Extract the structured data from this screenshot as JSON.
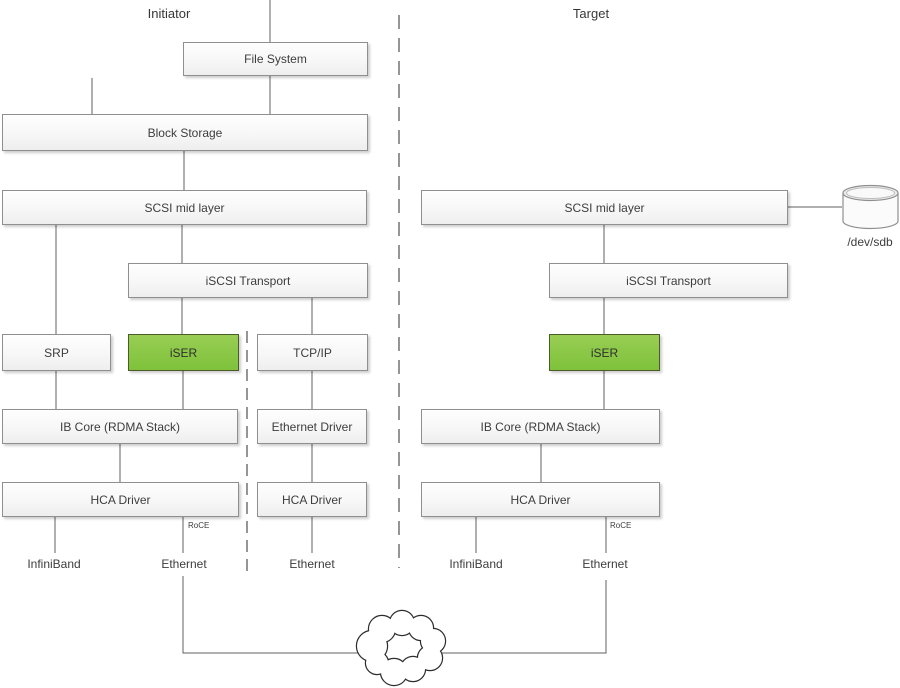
{
  "titles": {
    "initiator": "Initiator",
    "target": "Target"
  },
  "initiator": {
    "file_system": "File System",
    "block_storage": "Block Storage",
    "scsi_mid_layer": "SCSI mid layer",
    "iscsi_transport": "iSCSI Transport",
    "srp": "SRP",
    "iser": "iSER",
    "tcpip": "TCP/IP",
    "ib_core": "IB Core (RDMA Stack)",
    "ethernet_driver": "Ethernet Driver",
    "hca_driver_main": "HCA Driver",
    "hca_driver_eth": "HCA Driver",
    "roce": "RoCE",
    "port_infiniband": "InfiniBand",
    "port_ethernet_roce": "Ethernet",
    "port_ethernet_nic": "Ethernet"
  },
  "target": {
    "scsi_mid_layer": "SCSI mid layer",
    "iscsi_transport": "iSCSI Transport",
    "iser": "iSER",
    "ib_core": "IB Core (RDMA Stack)",
    "hca_driver": "HCA Driver",
    "roce": "RoCE",
    "port_infiniband": "InfiniBand",
    "port_ethernet": "Ethernet",
    "storage_device": "/dev/sdb"
  },
  "icons": {
    "cloud": "network-cloud-icon",
    "cylinder": "storage-disk-icon"
  },
  "colors": {
    "iser_fill_top": "#98ce54",
    "iser_fill_bottom": "#7fc23a",
    "box_border": "#8f8f8f",
    "line": "#606060"
  }
}
